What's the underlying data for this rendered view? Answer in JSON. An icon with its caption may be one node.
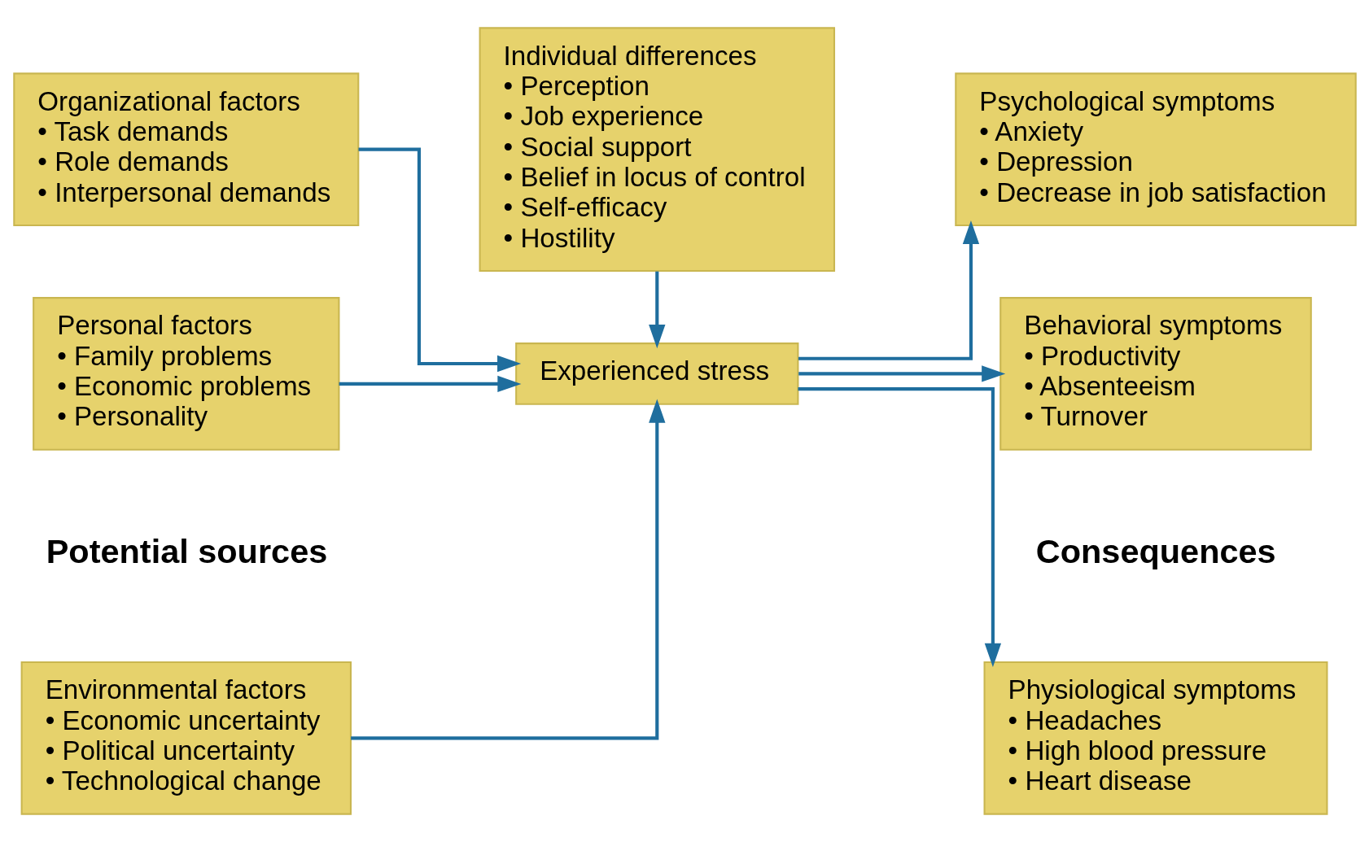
{
  "diagram": {
    "nodes": [
      {
        "text": [
          "Environmental factors",
          "• Economic uncertainty",
          "• Political uncertainty",
          "• Technological change"
        ]
      },
      {
        "text": [
          "Organizational factors",
          "• Task demands",
          "• Role demands",
          "• Interpersonal demands"
        ]
      },
      {
        "text": [
          "Personal factors",
          "• Family problems",
          "• Economic problems",
          "• Personality"
        ]
      },
      {
        "text": [
          "Individual differences",
          "• Perception",
          "• Job experience",
          "• Social support",
          "• Belief in locus of control",
          "• Self-efficacy",
          "• Hostility"
        ]
      },
      {
        "text": [
          "Experienced stress"
        ]
      },
      {
        "text": [
          "Physiological symptoms",
          "• Headaches",
          "• High blood pressure",
          "• Heart disease"
        ]
      },
      {
        "text": [
          "Psychological symptoms",
          "• Anxiety",
          "• Depression",
          "• Decrease in job satisfaction"
        ]
      },
      {
        "text": [
          "Behavioral symptoms",
          "• Productivity",
          "• Absenteeism",
          "• Turnover"
        ]
      }
    ],
    "edges": [
      {
        "from": 0,
        "to": 4,
        "arrow": "to"
      },
      {
        "from": 1,
        "to": 4,
        "arrow": "to"
      },
      {
        "from": 2,
        "to": 4,
        "arrow": "to"
      },
      {
        "from": 3,
        "to": 4,
        "arrow": "to"
      },
      {
        "from": 4,
        "to": 5,
        "arrow": "to"
      },
      {
        "from": 4,
        "to": 6,
        "arrow": "to"
      },
      {
        "from": 4,
        "to": 7,
        "arrow": "to"
      }
    ],
    "labels": [
      "Potential sources",
      "Consequences"
    ]
  }
}
